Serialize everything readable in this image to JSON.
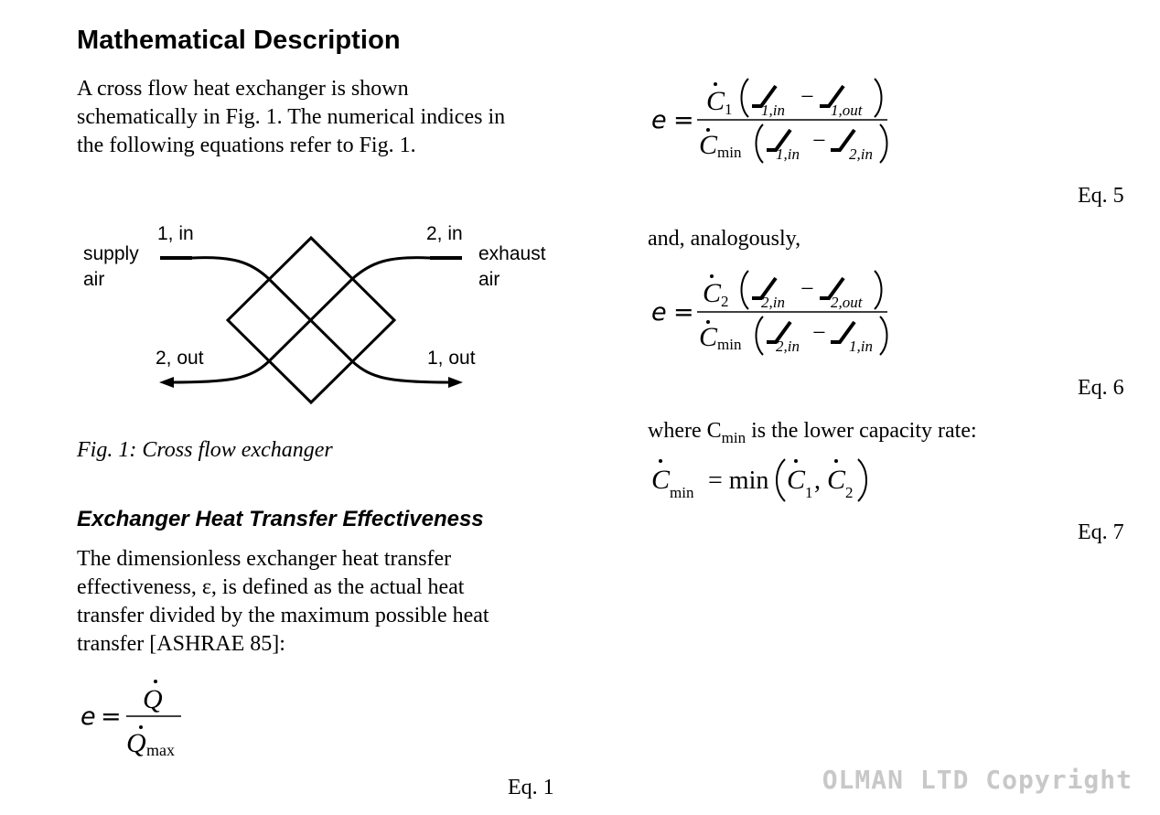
{
  "section": {
    "title": "Mathematical Description",
    "intro": [
      "A cross flow heat exchanger is shown",
      "schematically in Fig. 1. The numerical indices in",
      "the following equations refer to Fig. 1."
    ]
  },
  "figure": {
    "labels": {
      "supply_line1": "supply",
      "supply_line2": "air",
      "exhaust_line1": "exhaust",
      "exhaust_line2": "air",
      "one_in": "1, in",
      "two_in": "2, in",
      "two_out": "2, out",
      "one_out": "1, out"
    },
    "caption": "Fig. 1: Cross flow exchanger"
  },
  "effectiveness": {
    "heading": "Exchanger Heat Transfer Effectiveness",
    "para": [
      "The dimensionless exchanger heat transfer",
      "effectiveness, ε, is defined as the actual heat",
      "transfer divided by the maximum possible heat",
      "transfer [ASHRAE 85]:"
    ]
  },
  "equations": {
    "eq1": {
      "label": "Eq. 1",
      "lhs": "e",
      "num": "Q",
      "den": "Q",
      "den_sub": "max"
    },
    "eq5": {
      "label": "Eq. 5",
      "lhs": "e",
      "num_c": "C",
      "num_c_sub": "1",
      "num_t1_sub": "1,in",
      "num_t2_sub": "1,out",
      "den_c": "C",
      "den_c_sub": "min",
      "den_t1_sub": "1,in",
      "den_t2_sub": "2,in"
    },
    "and_text": "and, analogously,",
    "eq6": {
      "label": "Eq. 6",
      "lhs": "e",
      "num_c": "C",
      "num_c_sub": "2",
      "num_t1_sub": "2,in",
      "num_t2_sub": "2,out",
      "den_c": "C",
      "den_c_sub": "min",
      "den_t1_sub": "2,in",
      "den_t2_sub": "1,in"
    },
    "where_text_a": "where C",
    "where_text_sub": "min",
    "where_text_b": " is the lower capacity rate:",
    "eq7": {
      "label": "Eq. 7",
      "c": "C",
      "c_sub": "min",
      "eq": "= min",
      "c1": "C",
      "c1_sub": "1",
      "c2": "C",
      "c2_sub": "2"
    }
  },
  "watermark": "OLMAN LTD Copyright"
}
